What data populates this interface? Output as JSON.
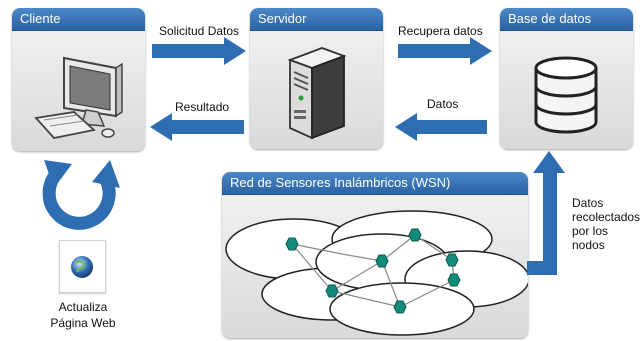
{
  "nodes": {
    "client": {
      "title": "Cliente"
    },
    "server": {
      "title": "Servidor"
    },
    "database": {
      "title": "Base de datos"
    },
    "wsn": {
      "title": "Red de Sensores Inalámbricos (WSN)"
    }
  },
  "edges": {
    "request": "Solicitud Datos",
    "fetch": "Recupera datos",
    "result": "Resultado",
    "data": "Datos"
  },
  "collected_note": [
    "Datos",
    "recolectados",
    "por los",
    "nodos"
  ],
  "refresh_caption": [
    "Actualiza",
    "Página Web"
  ],
  "colors": {
    "header_blue": "#2b63a4",
    "arrow_blue": "#2f6db3",
    "node_teal": "#138a7a"
  },
  "icons": [
    "computer-icon",
    "server-icon",
    "database-icon",
    "refresh-icon",
    "globe-icon",
    "sensor-node-icon"
  ]
}
